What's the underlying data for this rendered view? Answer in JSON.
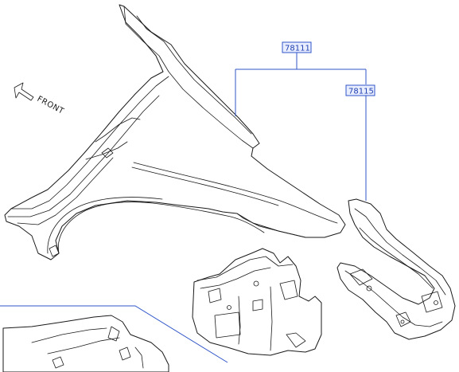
{
  "callouts": {
    "panel_assembly": "78111",
    "wheel_house_panel": "78115"
  },
  "orientation": {
    "label": "FRONT"
  },
  "colors": {
    "leader_line": "#2f55c8",
    "callout_fill": "#e8eeff",
    "line_art": "#1a1a1a"
  }
}
